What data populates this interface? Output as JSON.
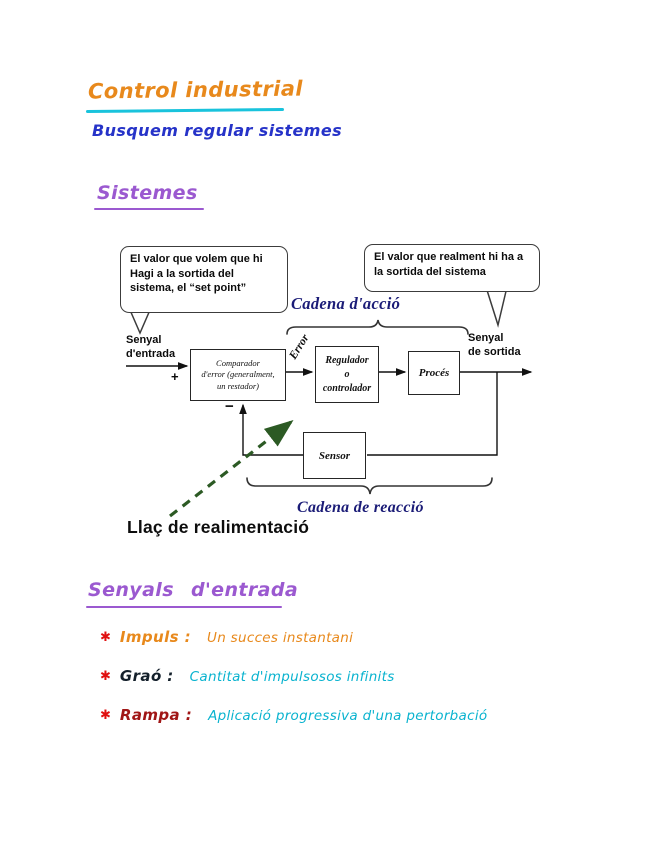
{
  "header": {
    "title": "Control industrial",
    "subtitle": "Busquem regular sistemes"
  },
  "sections": {
    "sistemes": "Sistemes",
    "senyals": "Senyals d'entrada"
  },
  "diagram": {
    "bubble_left": "El valor que volem que hi Hagi a la sortida del sistema, el “set point”",
    "bubble_right": "El valor que realment hi ha a la sortida del sistema",
    "cadena_accio": "Cadena d'acció",
    "cadena_reaccio": "Cadena de reacció",
    "senyal_entrada": "Senyal\nd'entrada",
    "senyal_sortida": "Senyal\nde sortida",
    "error": "Error",
    "plus": "+",
    "minus": "−",
    "blocks": {
      "comparador": "Comparador\nd'error (generalment,\nun restador)",
      "regulador": "Regulador\no\ncontrolador",
      "proces": "Procés",
      "sensor": "Sensor"
    },
    "llac": "Llaç de realimentació"
  },
  "senyals_list": {
    "items": [
      {
        "bullet": "✱",
        "term": "Impuls :",
        "definition": "Un succes instantani"
      },
      {
        "bullet": "✱",
        "term": "Graó :",
        "definition": "Cantitat d'impulsosos infinits"
      },
      {
        "bullet": "✱",
        "term": "Rampa :",
        "definition": "Aplicació progressiva d'una pertorbació"
      }
    ]
  },
  "colors": {
    "title_orange": "#e8891c",
    "underline_cyan": "#19c3dc",
    "subtitle_blue": "#2633c8",
    "heading_purple": "#9b59d0",
    "chain_navy": "#1b1c77",
    "feedback_arrow_green": "#2c5a24",
    "bullet_red": "#e01010",
    "definition_cyan": "#0ab3cf"
  }
}
